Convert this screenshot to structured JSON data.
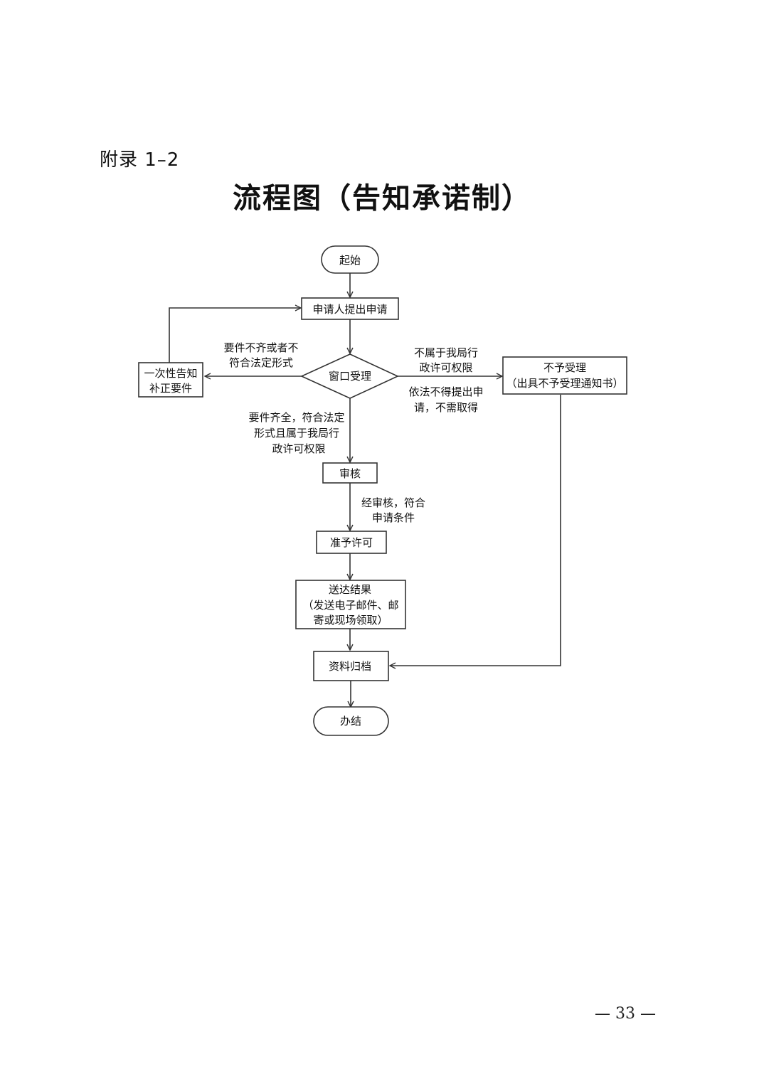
{
  "header": {
    "appendix": "附录 1–2",
    "title": "流程图（告知承诺制）"
  },
  "flowchart": {
    "nodes": {
      "start": "起始",
      "apply": "申请人提出申请",
      "window": "窗口受理",
      "supplement": [
        "一次性告知",
        "补正要件"
      ],
      "reject": [
        "不予受理",
        "（出具不予受理通知书）"
      ],
      "review": "审核",
      "approve": "准予许可",
      "deliver": [
        "送达结果",
        "（发送电子邮件、邮",
        "寄或现场领取）"
      ],
      "archive": "资料归档",
      "end": "办结"
    },
    "edge_labels": {
      "incomplete": [
        "要件不齐或者不",
        "符合法定形式"
      ],
      "out_of_scope": [
        "不属于我局行",
        "政许可权限"
      ],
      "not_required": [
        "依法不得提出申",
        "请，不需取得"
      ],
      "complete": [
        "要件齐全，符合法定",
        "形式且属于我局行",
        "政许可权限"
      ],
      "review_passed": [
        "经审核，符合",
        "申请条件"
      ]
    }
  },
  "footer": {
    "page_number": "— 33 —"
  }
}
